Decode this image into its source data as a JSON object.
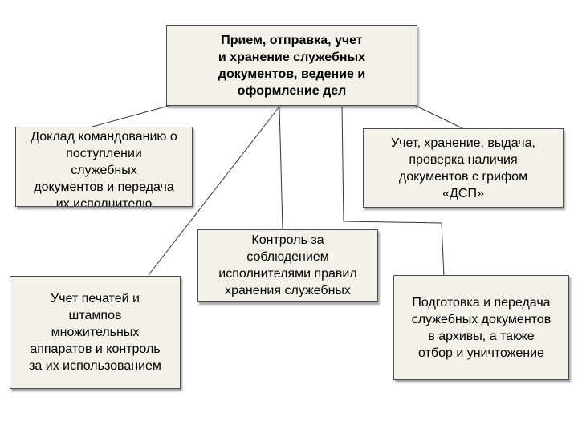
{
  "diagram": {
    "root": {
      "text": "Прием, отправка, учет\nи хранение служебных\nдокументов, ведение и\nоформление дел"
    },
    "nodes": [
      {
        "id": "report",
        "text": "Доклад командованию о\nпоступлении\nслужебных\nдокументов и передача\nих исполнителю"
      },
      {
        "id": "dsp",
        "text": "Учет, хранение, выдача,\nпроверка наличия\nдокументов с грифом\n«ДСП»"
      },
      {
        "id": "control",
        "text": "Контроль за\nсоблюдением\nисполнителями правил\nхранения служебных"
      },
      {
        "id": "stamps",
        "text": "Учет печатей и\nштампов\nмножительных\nаппаратов и контроль\nза их использованием"
      },
      {
        "id": "archive",
        "text": "Подготовка и передача\nслужебных документов\nв архивы, а также\nотбор и уничтожение"
      }
    ],
    "colors": {
      "box_fill": "#f3f1e8",
      "box_border": "#4d4d4d",
      "line": "#333333",
      "text": "#000000"
    }
  }
}
